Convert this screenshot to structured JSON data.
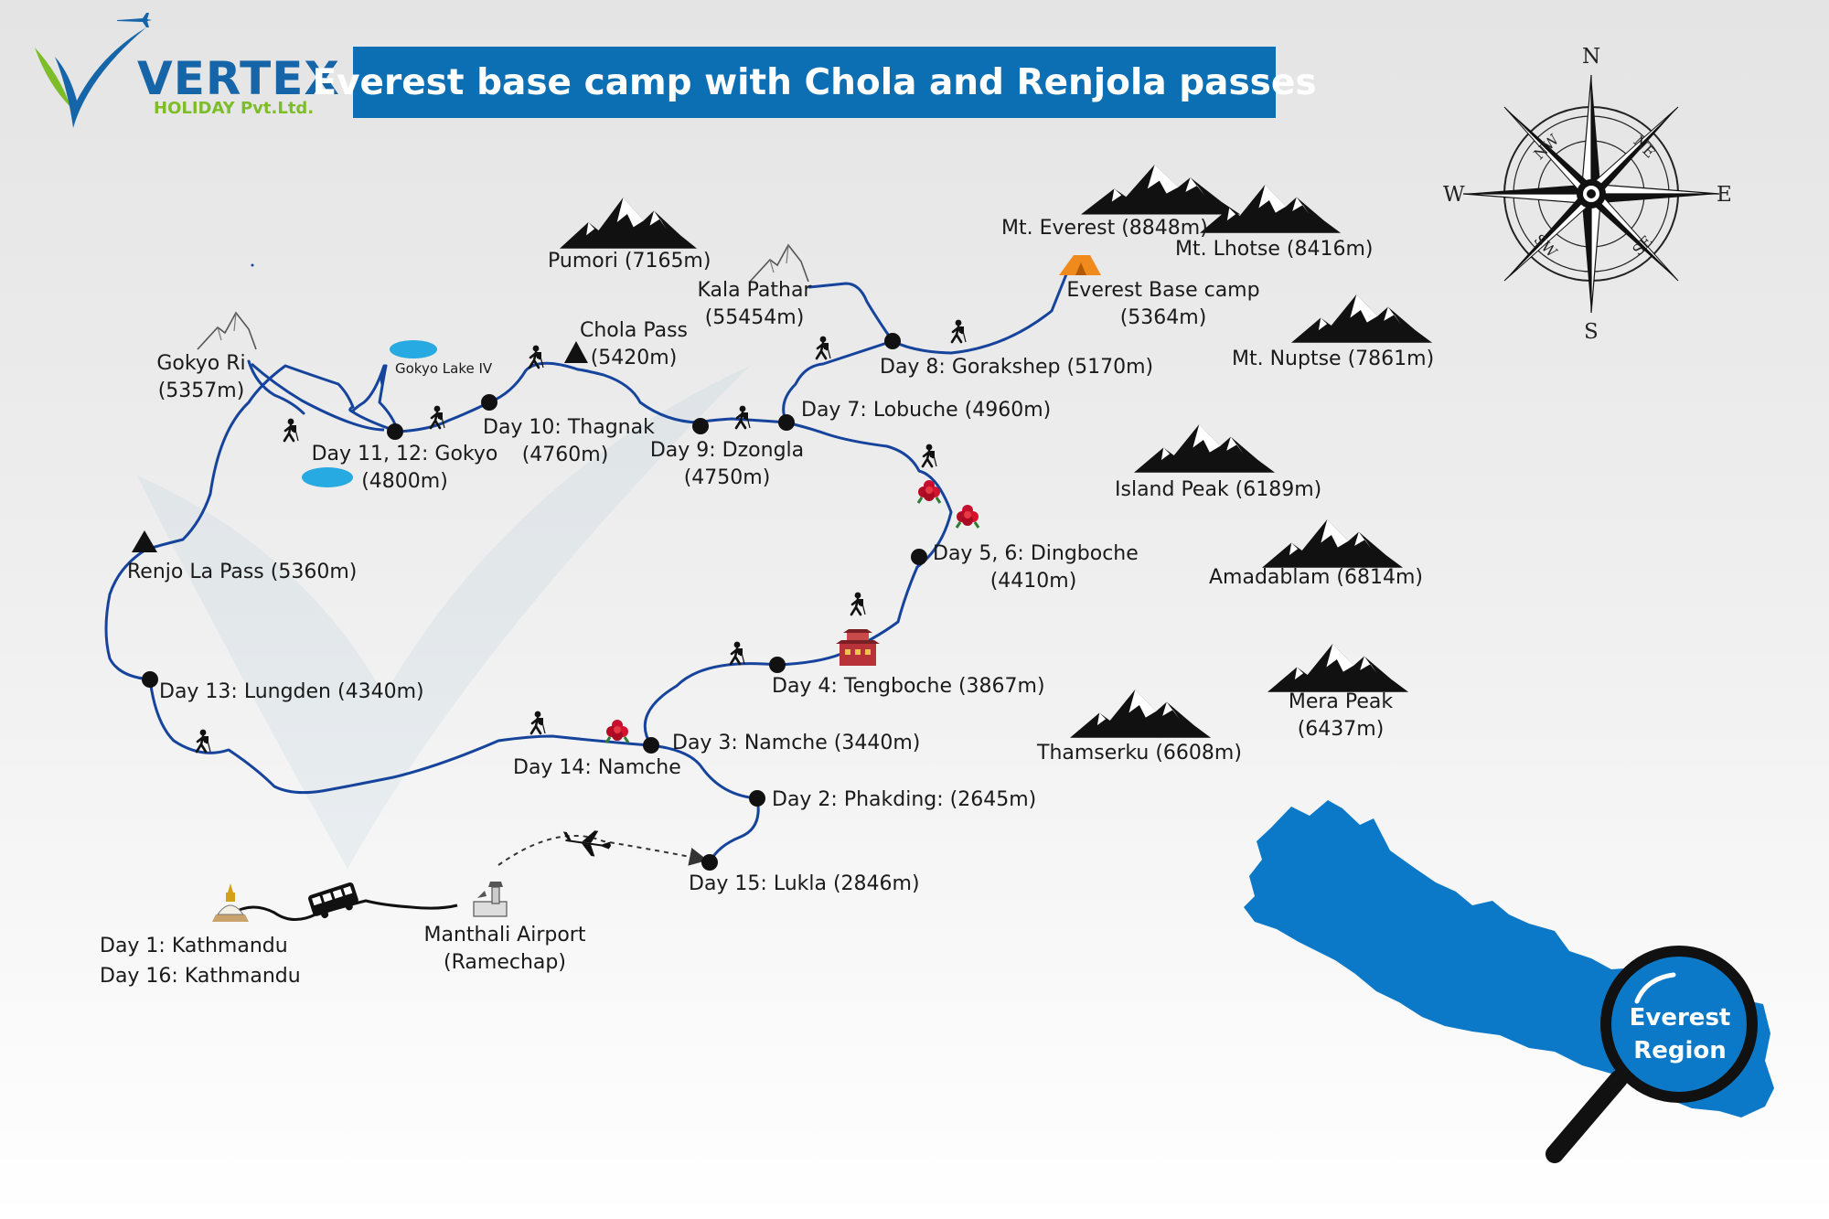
{
  "brand": {
    "name": "VERTEX",
    "tagline": "HOLIDAY Pvt.Ltd."
  },
  "title": "Everest base camp with Chola and Renjola passes",
  "compass": {
    "north": "N",
    "south": "S",
    "east": "E",
    "west": "W",
    "ne": "NE",
    "nw": "NW",
    "se": "SE",
    "sw": "SW"
  },
  "stops": {
    "day1": "Day 1: Kathmandu",
    "day16": "Day 16: Kathmandu",
    "manthali_name": "Manthali Airport",
    "manthali_sub": "(Ramechap)",
    "day15": "Day 15: Lukla (2846m)",
    "day2": "Day 2: Phakding: (2645m)",
    "day3": "Day 3: Namche (3440m)",
    "day4": "Day 4: Tengboche (3867m)",
    "day56_name": "Day 5, 6: Dingboche",
    "day56_alt": "(4410m)",
    "day7": "Day 7: Lobuche (4960m)",
    "day8": "Day 8: Gorakshep (5170m)",
    "day9_name": "Day 9: Dzongla",
    "day9_alt": "(4750m)",
    "day10_name": "Day 10: Thagnak",
    "day10_alt": "(4760m)",
    "day1112_name": "Day 11, 12: Gokyo",
    "day1112_alt": "(4800m)",
    "day13": "Day 13: Lungden (4340m)",
    "day14": "Day 14: Namche"
  },
  "passes": {
    "chola_name": "Chola Pass",
    "chola_alt": "(5420m)",
    "renjo": "Renjo La Pass (5360m)"
  },
  "lakes": {
    "gokyo_lake": "Gokyo Lake IV"
  },
  "landmarks": {
    "gokyo_ri_name": "Gokyo Ri",
    "gokyo_ri_alt": "(5357m)",
    "kala_pathar_name": "Kala Pathar",
    "kala_pathar_alt": "(55454m)",
    "ebc_name": "Everest Base camp",
    "ebc_alt": "(5364m)"
  },
  "peaks": {
    "pumori": "Pumori (7165m)",
    "everest": "Mt. Everest (8848m)",
    "lhotse": "Mt. Lhotse (8416m)",
    "nuptse": "Mt. Nuptse (7861m)",
    "island": "Island Peak (6189m)",
    "amadablam": "Amadablam (6814m)",
    "mera_name": "Mera Peak",
    "mera_alt": "(6437m)",
    "thamserku": "Thamserku (6608m)"
  },
  "inset": {
    "line1": "Everest",
    "line2": "Region"
  },
  "colors": {
    "route": "#16439b",
    "banner": "#0d6fb3",
    "brand_blue": "#1565a8",
    "brand_green": "#7dbd2a",
    "nepal": "#0b78c8",
    "lake": "#27a9e1",
    "tent": "#f08a1c",
    "rhododendron": "#c8102e"
  },
  "icons": [
    "plane-icon",
    "bus-icon",
    "stupa-icon",
    "airport-tower-icon",
    "hiker-icon",
    "tent-icon",
    "rhododendron-icon",
    "monastery-icon",
    "mountain-icon",
    "pass-triangle-icon",
    "compass-rose-icon",
    "magnifier-icon"
  ]
}
